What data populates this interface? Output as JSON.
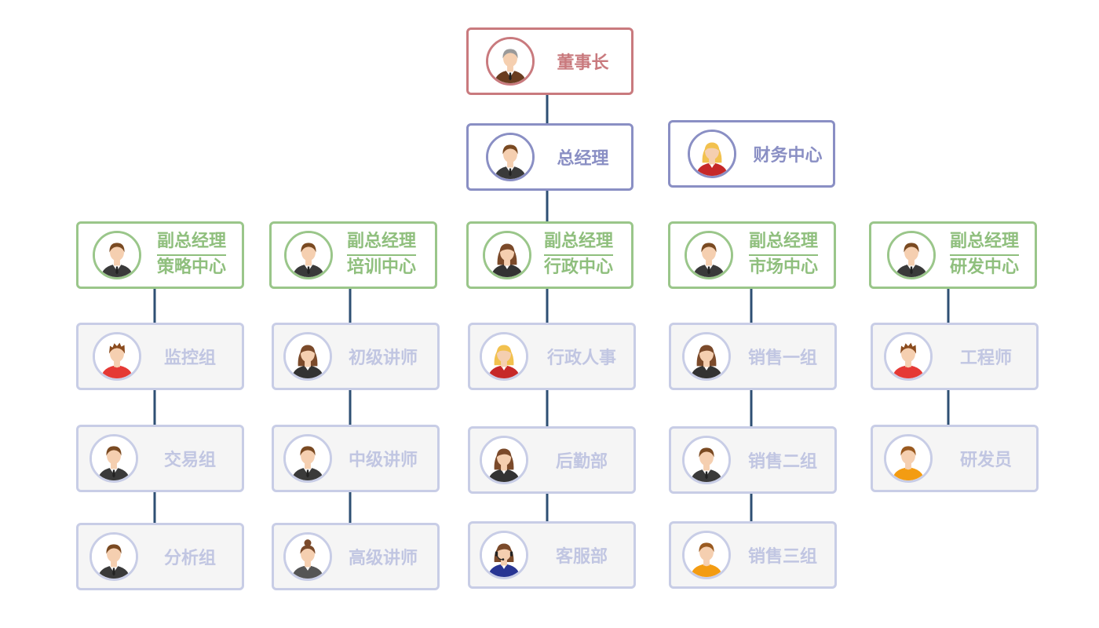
{
  "chart": {
    "chairman": {
      "label": "董事长",
      "avatar": "grey-hair-man-icon"
    },
    "ceo": {
      "label": "总经理",
      "avatar": "businessman-icon"
    },
    "finance": {
      "label": "财务中心",
      "avatar": "blonde-woman-icon"
    },
    "divisions": [
      {
        "title": "副总经理",
        "subtitle": "策略中心",
        "avatar": "businessman-icon",
        "units": [
          {
            "label": "监控组",
            "avatar": "spiky-hair-red-shirt-icon"
          },
          {
            "label": "交易组",
            "avatar": "businessman-icon"
          },
          {
            "label": "分析组",
            "avatar": "businessman-icon"
          }
        ]
      },
      {
        "title": "副总经理",
        "subtitle": "培训中心",
        "avatar": "businessman-icon",
        "units": [
          {
            "label": "初级讲师",
            "avatar": "brunette-woman-icon"
          },
          {
            "label": "中级讲师",
            "avatar": "businessman-icon"
          },
          {
            "label": "高级讲师",
            "avatar": "bun-hair-woman-icon"
          }
        ]
      },
      {
        "title": "副总经理",
        "subtitle": "行政中心",
        "avatar": "brunette-woman-icon",
        "units": [
          {
            "label": "行政人事",
            "avatar": "blonde-woman-icon"
          },
          {
            "label": "后勤部",
            "avatar": "brunette-woman-icon"
          },
          {
            "label": "客服部",
            "avatar": "headset-operator-icon"
          }
        ]
      },
      {
        "title": "副总经理",
        "subtitle": "市场中心",
        "avatar": "businessman-icon",
        "units": [
          {
            "label": "销售一组",
            "avatar": "brunette-woman-icon"
          },
          {
            "label": "销售二组",
            "avatar": "businessman-icon"
          },
          {
            "label": "销售三组",
            "avatar": "orange-shirt-man-icon"
          }
        ]
      },
      {
        "title": "副总经理",
        "subtitle": "研发中心",
        "avatar": "businessman-icon",
        "units": [
          {
            "label": "工程师",
            "avatar": "spiky-hair-red-shirt-icon"
          },
          {
            "label": "研发员",
            "avatar": "orange-shirt-man-icon"
          }
        ]
      }
    ]
  },
  "colors": {
    "chairman": "#c97a7e",
    "management": "#8a8fc4",
    "division": "#9ac68a",
    "unit_border": "#c8cde6",
    "unit_text": "#c1c6e2",
    "connector": "#2e4f73"
  }
}
